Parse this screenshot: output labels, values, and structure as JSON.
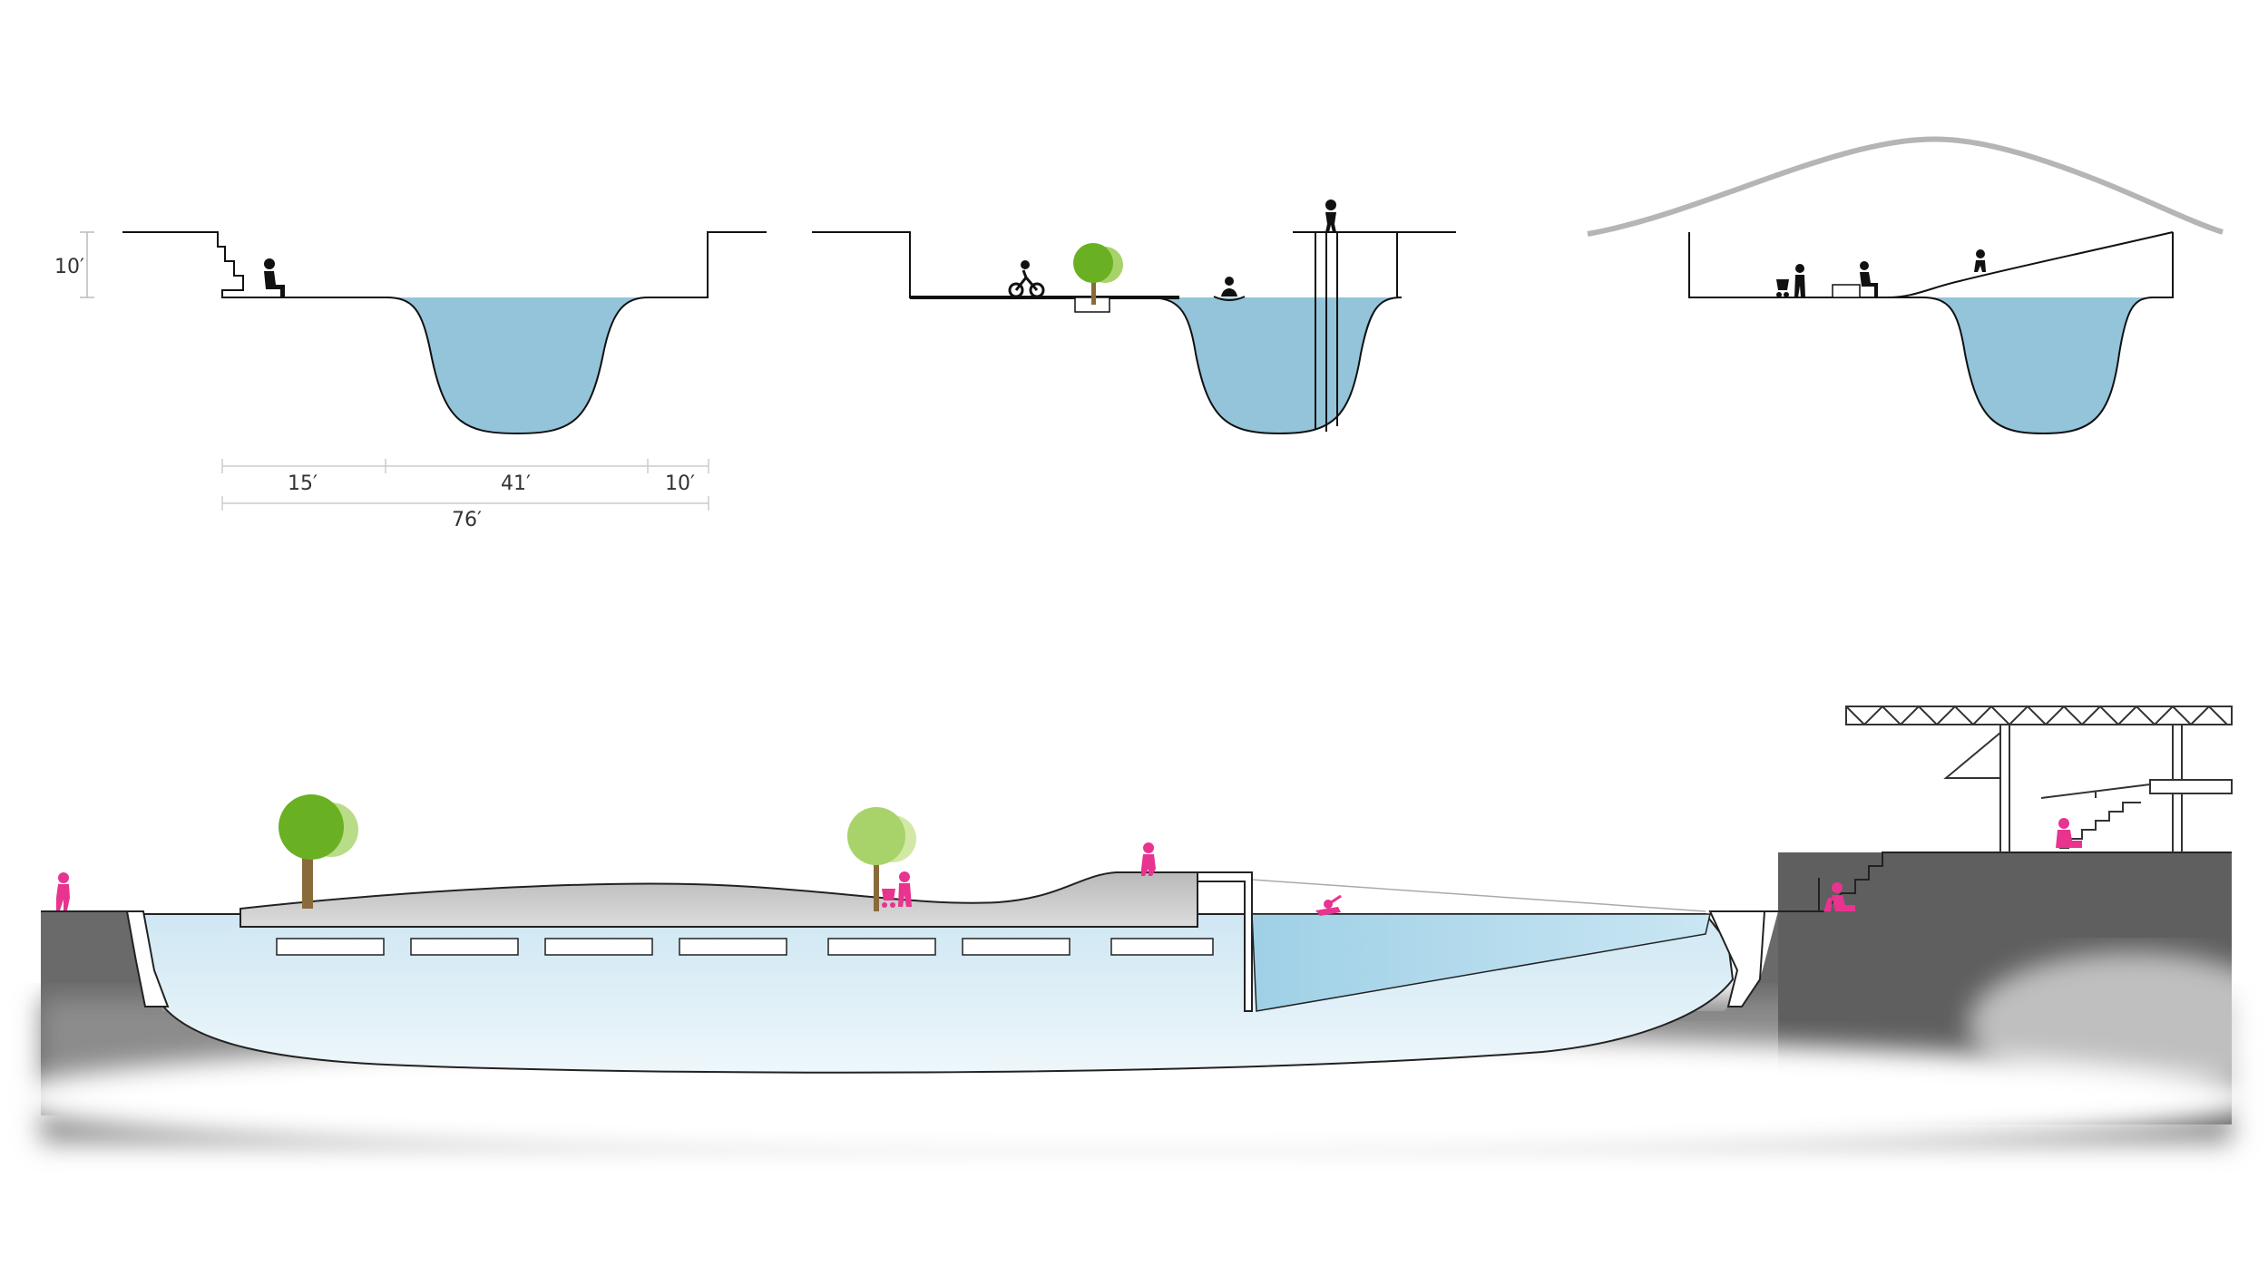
{
  "dimensions": {
    "height": "10′",
    "widths": [
      "15′",
      "41′",
      "10′"
    ],
    "total": "76′"
  },
  "colors": {
    "water": "#93c4d9",
    "water_light": "#d3ebf6",
    "ground": "#6a6a6a",
    "figure_dark": "#111111",
    "figure_accent": "#e8338f",
    "tree_dark": "#6ab023",
    "tree_light": "#a7d36a",
    "roof": "#b5b5b5"
  },
  "sections": [
    {
      "name": "section-1",
      "icons": [
        "seated-person-icon"
      ]
    },
    {
      "name": "section-2",
      "icons": [
        "cyclist-icon",
        "tree-icon",
        "sitting-person-icon",
        "standing-person-icon"
      ]
    },
    {
      "name": "section-3",
      "icons": [
        "stroller-icon",
        "seated-person-icon",
        "walking-person-icon"
      ]
    }
  ],
  "long_section": {
    "icons": [
      "tree-icon",
      "tree-icon",
      "person-icon",
      "stroller-icon",
      "swimmer-icon",
      "seated-person-icon",
      "truss-roof-icon"
    ]
  }
}
